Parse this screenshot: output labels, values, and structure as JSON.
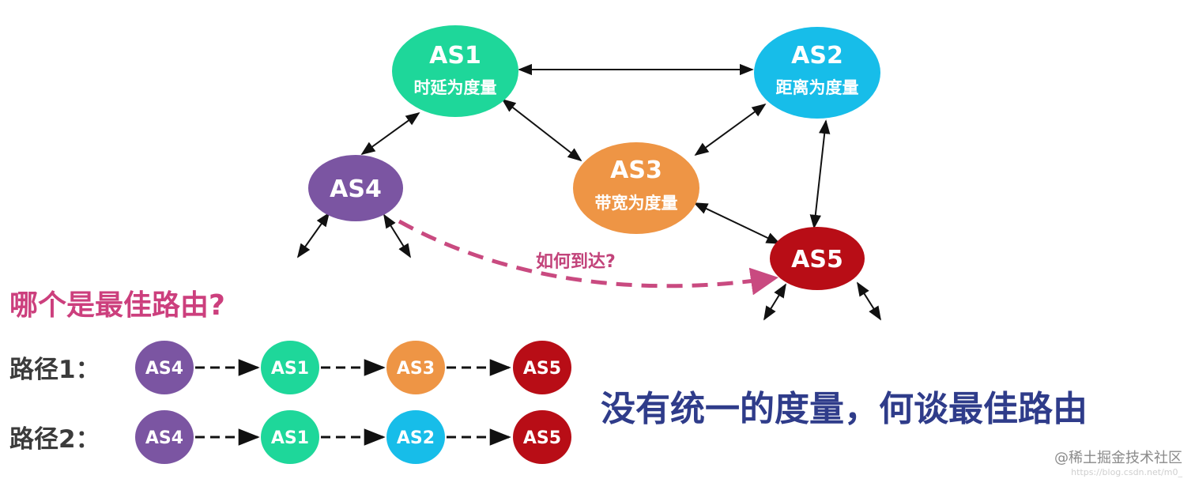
{
  "nodes": {
    "as1": {
      "title": "AS1",
      "metric": "时延为度量",
      "color": "#1ed79a"
    },
    "as2": {
      "title": "AS2",
      "metric": "距离为度量",
      "color": "#17bde9"
    },
    "as3": {
      "title": "AS3",
      "metric": "带宽为度量",
      "color": "#ee9545"
    },
    "as4": {
      "title": "AS4",
      "color": "#7b55a2"
    },
    "as5": {
      "title": "AS5",
      "color": "#b80d16"
    }
  },
  "path_question": "如何到达?",
  "main_question": "哪个是最佳路由?",
  "routes": [
    {
      "label": "路径1：",
      "hops": [
        {
          "name": "AS4",
          "color": "#7b55a2"
        },
        {
          "name": "AS1",
          "color": "#1ed79a"
        },
        {
          "name": "AS3",
          "color": "#ee9545"
        },
        {
          "name": "AS5",
          "color": "#b80d16"
        }
      ]
    },
    {
      "label": "路径2：",
      "hops": [
        {
          "name": "AS4",
          "color": "#7b55a2"
        },
        {
          "name": "AS1",
          "color": "#1ed79a"
        },
        {
          "name": "AS2",
          "color": "#17bde9"
        },
        {
          "name": "AS5",
          "color": "#b80d16"
        }
      ]
    }
  ],
  "conclusion": "没有统一的度量，何谈最佳路由",
  "watermark": "@稀土掘金技术社区",
  "watermark_sub": "https://blog.csdn.net/m0_"
}
